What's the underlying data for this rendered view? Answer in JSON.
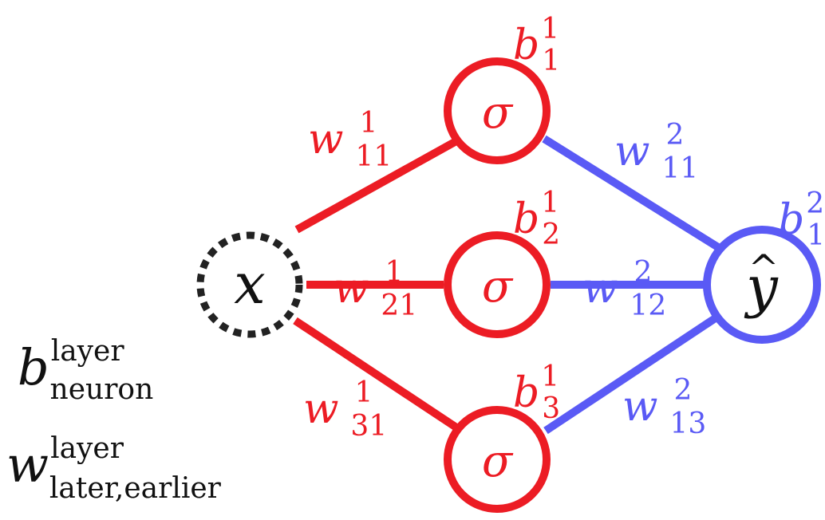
{
  "colors": {
    "layer1": "#ec1c24",
    "layer2": "#5a5af5",
    "input_border": "#222222",
    "text_dark": "#111111"
  },
  "nodes": {
    "input": {
      "symbol": "x"
    },
    "hidden": [
      {
        "symbol": "σ",
        "bias": {
          "base": "b",
          "sup": "1",
          "sub": "1"
        }
      },
      {
        "symbol": "σ",
        "bias": {
          "base": "b",
          "sup": "1",
          "sub": "2"
        }
      },
      {
        "symbol": "σ",
        "bias": {
          "base": "b",
          "sup": "1",
          "sub": "3"
        }
      }
    ],
    "output": {
      "symbol": "y",
      "hat": "^",
      "bias": {
        "base": "b",
        "sup": "2",
        "sub": "1"
      }
    }
  },
  "weights": {
    "layer1": [
      {
        "base": "w",
        "sup": "1",
        "sub": "11"
      },
      {
        "base": "w",
        "sup": "1",
        "sub": "21"
      },
      {
        "base": "w",
        "sup": "1",
        "sub": "31"
      }
    ],
    "layer2": [
      {
        "base": "w",
        "sup": "2",
        "sub": "11"
      },
      {
        "base": "w",
        "sup": "2",
        "sub": "12"
      },
      {
        "base": "w",
        "sup": "2",
        "sub": "13"
      }
    ]
  },
  "legend": {
    "bias": {
      "base": "b",
      "sup": "layer",
      "sub": "neuron"
    },
    "weight": {
      "base": "w",
      "sup": "layer",
      "sub": "later,earlier"
    }
  }
}
